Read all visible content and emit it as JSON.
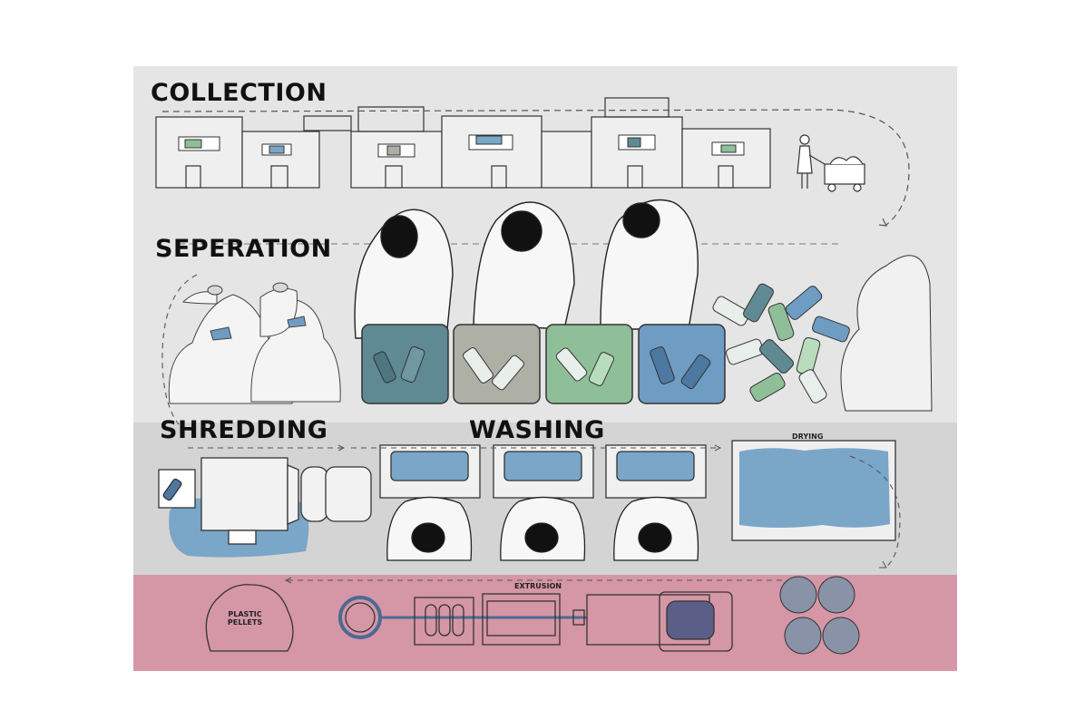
{
  "stages": {
    "collection": "COLLECTION",
    "separation": "SEPERATION",
    "shredding": "SHREDDING",
    "washing": "WASHING",
    "drying": "DRYING",
    "extrusion": "EXTRUSION"
  },
  "output": {
    "line1": "PLASTIC",
    "line2": "PELLETS"
  },
  "colors": {
    "top_band": "#e5e5e5",
    "middle_band": "#d5d4d4",
    "bottom_band": "#d596a6",
    "bin_teal": "#5f8a93",
    "bin_grey": "#aeb0a6",
    "bin_green": "#8fbf98",
    "bin_blue": "#6f9cc3",
    "water_blue": "#7aa6c8",
    "ink": "#222222"
  }
}
